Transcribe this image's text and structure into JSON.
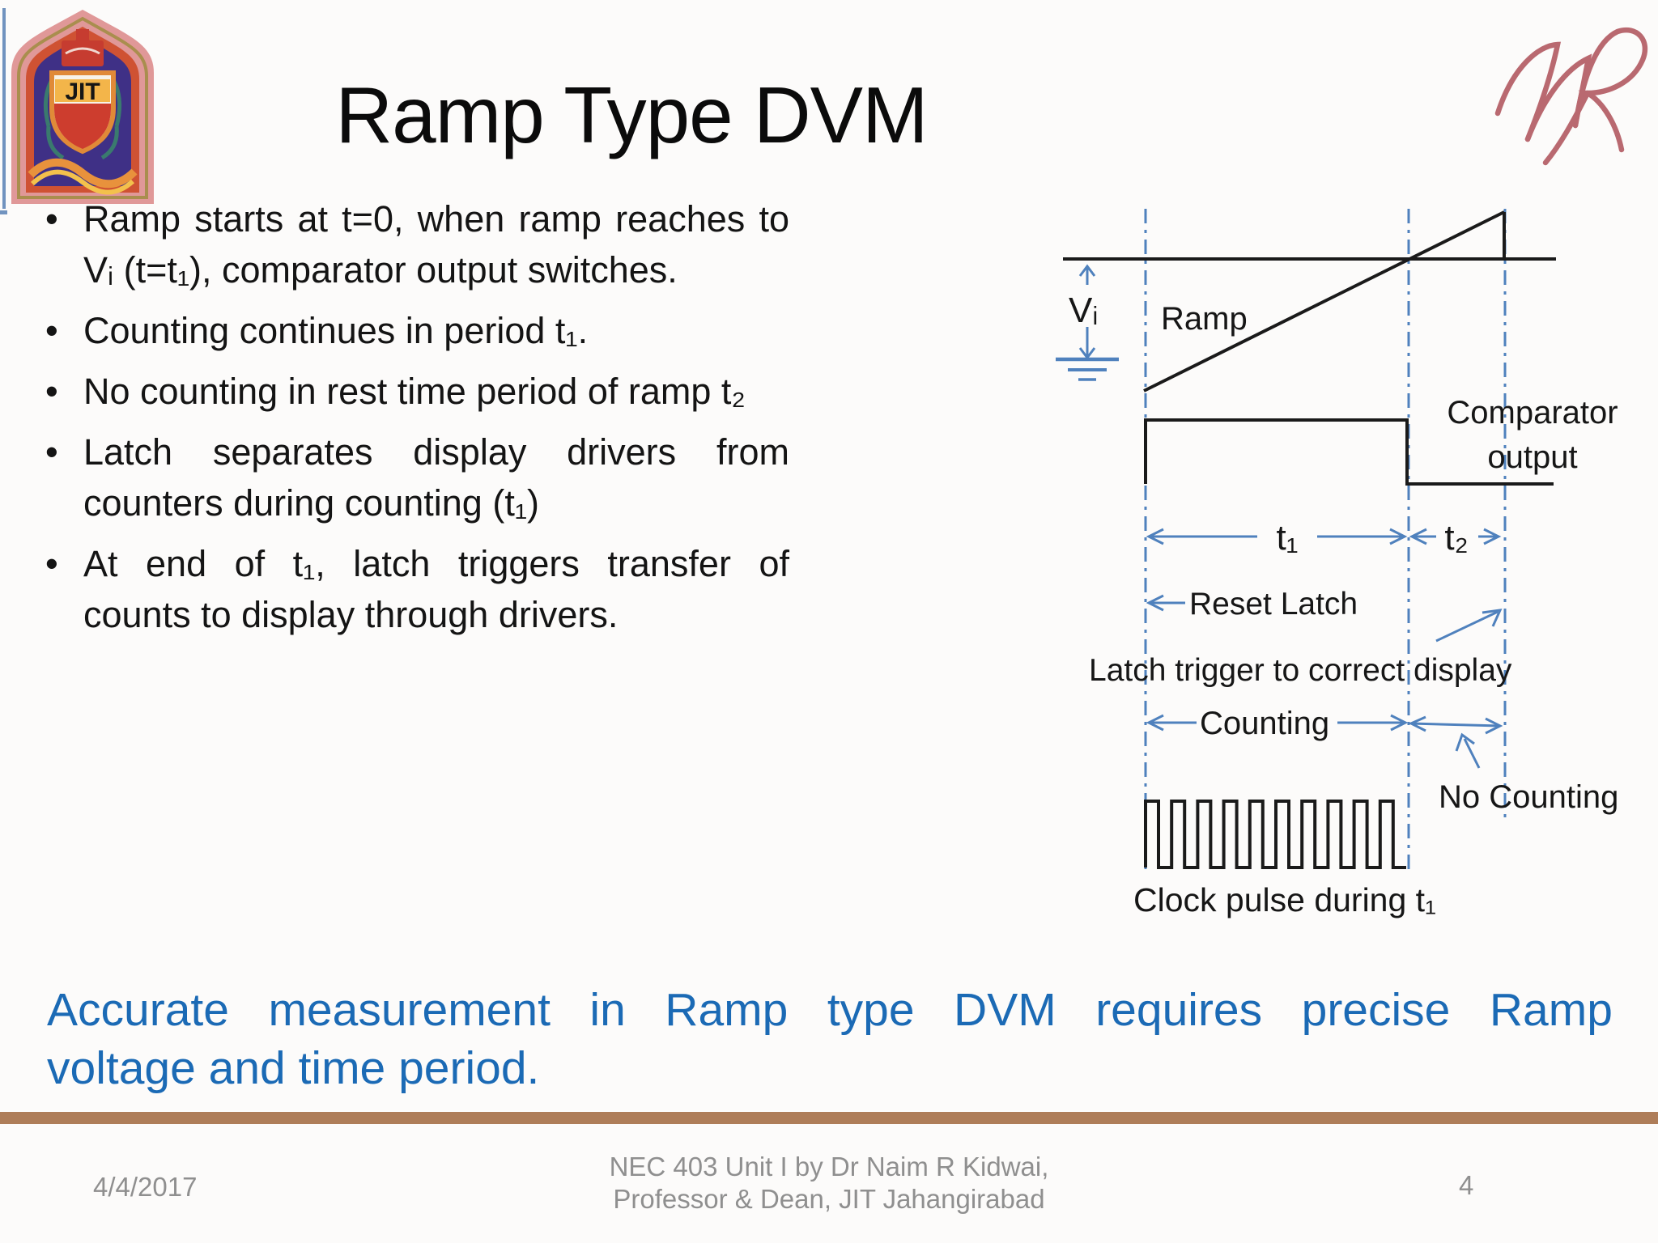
{
  "slide": {
    "title": "Ramp Type DVM",
    "bullet_char": "•",
    "bullets": [
      {
        "lines": [
          {
            "text": "Ramp starts at t=0, when ramp reaches to",
            "justify": "true"
          },
          {
            "text": "Vᵢ (t=t₁), comparator output switches.",
            "justify": "false"
          }
        ]
      },
      {
        "lines": [
          {
            "text": "Counting continues in period t₁.",
            "justify": "false"
          }
        ]
      },
      {
        "lines": [
          {
            "text": "No counting in rest time period of ramp t₂",
            "justify": "false"
          }
        ]
      },
      {
        "lines": [
          {
            "text": "Latch separates display drivers from",
            "justify": "true"
          },
          {
            "text": "counters during counting (t₁)",
            "justify": "false"
          }
        ]
      },
      {
        "lines": [
          {
            "text": "At end of t₁, latch triggers transfer of",
            "justify": "true"
          },
          {
            "text": "counts to display through drivers.",
            "justify": "false"
          }
        ]
      }
    ],
    "note_line1": "Accurate measurement in Ramp type DVM requires precise Ramp",
    "note_line2": "voltage and time period.",
    "footer": {
      "date": "4/4/2017",
      "credit_line1": "NEC 403 Unit I by Dr Naim R Kidwai,",
      "credit_line2": "Professor & Dean, JIT Jahangirabad",
      "page": "4"
    }
  },
  "diagram": {
    "labels": {
      "vi": "Vᵢ",
      "ramp": "Ramp",
      "comparator_line1": "Comparator",
      "comparator_line2": "output",
      "t1": "t₁",
      "t2": "t₂",
      "reset_latch": "Reset Latch",
      "latch_trigger": "Latch trigger to correct display",
      "counting": "Counting",
      "no_counting": "No Counting",
      "clock_pulse": "Clock pulse during t₁"
    },
    "colors": {
      "line_blue": "#4f81bd",
      "trace_black": "#1a1a1a"
    }
  },
  "logos": {
    "crest_text": "JIT",
    "note_blue": "#1b6ab5",
    "divider_brown": "#ae7d59",
    "signature_red": "#b25a62"
  }
}
